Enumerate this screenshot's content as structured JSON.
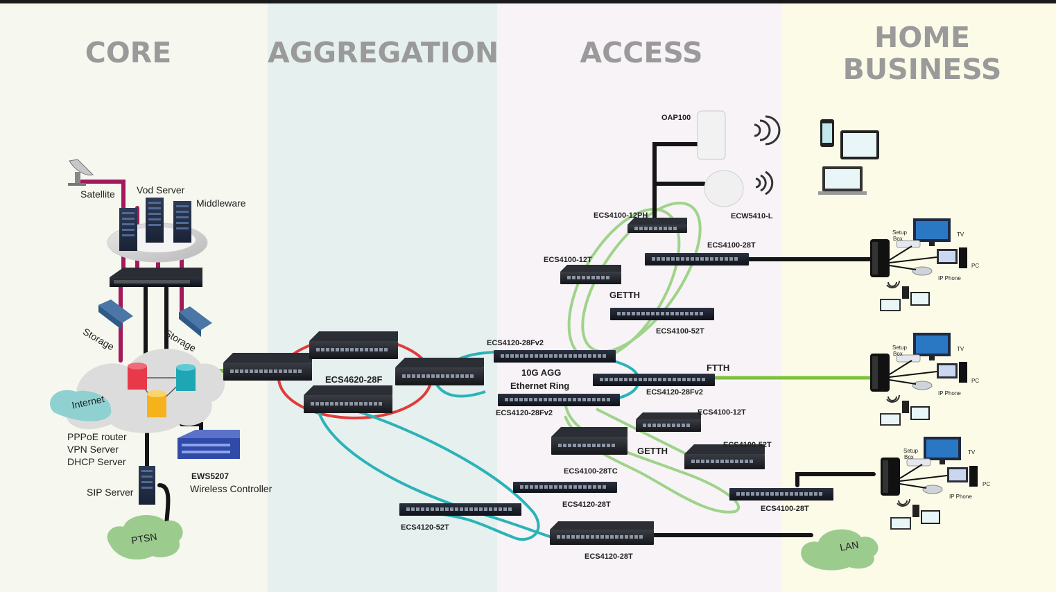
{
  "columns": {
    "core": "CORE",
    "aggregation": "AGGREGATION",
    "access": "ACCESS",
    "home_business_line1": "HOME",
    "home_business_line2": "BUSINESS"
  },
  "core": {
    "satellite": "Satellite",
    "vod_server": "Vod Server",
    "middleware": "Middleware",
    "storage_left": "Storage",
    "storage_right": "Storage",
    "internet": "Internet",
    "pppoe": "PPPoE router",
    "vpn": "VPN Server",
    "dhcp": "DHCP Server",
    "sip": "SIP Server",
    "ptsn": "PTSN",
    "ews_model": "EWS5207",
    "ews_desc": "Wireless Controller"
  },
  "aggregation": {
    "ecs4620": "ECS4620-28F",
    "ring_line1": "10G AGG",
    "ring_line2": "Ethernet Ring"
  },
  "access": {
    "oap100": "OAP100",
    "ecw5410": "ECW5410-L",
    "ecs4100_12ph": "ECS4100-12PH",
    "ecs4100_28t_top": "ECS4100-28T",
    "ecs4100_12t_top": "ECS4100-12T",
    "getth_top": "GETTH",
    "ecs4100_52t_top": "ECS4100-52T",
    "ecs4120_28fv2_a": "ECS4120-28Fv2",
    "ftth": "FTTH",
    "ecs4120_28fv2_b": "ECS4120-28Fv2",
    "ecs4120_28fv2_c": "ECS4120-28Fv2",
    "ecs4100_12t_bot": "ECS4100-12T",
    "ecs4100_52t_bot": "ECS4100-52T",
    "getth_bot": "GETTH",
    "ecs4100_28tc": "ECS4100-28TC",
    "ecs4120_28t_mid": "ECS4120-28T",
    "ecs4100_28t_bot": "ECS4100-28T",
    "ecs4120_52t": "ECS4120-52T",
    "ecs4120_28t_bot": "ECS4120-28T"
  },
  "home": {
    "setup_box_1": "Setup",
    "setup_box_2": "Box",
    "tv": "TV",
    "pc": "PC",
    "ip_phone": "IP Phone",
    "lan": "LAN"
  },
  "colors": {
    "core_bg": "#f6f7ef",
    "agg_bg": "#e6f0ee",
    "access_bg": "#f7f3f6",
    "home_bg": "#fbfbe8",
    "header_gray": "#9a9a9a",
    "ring_red": "#e03b3b",
    "ring_teal": "#2bb3b8",
    "getth_green": "#9fd38a",
    "ftth_green": "#7cc13a",
    "link_magenta": "#a3195b",
    "link_black": "#151515",
    "cloud_gray": "#dcdcdc",
    "cloud_green": "#9ccb8e",
    "cloud_teal": "#8fd1d0"
  }
}
